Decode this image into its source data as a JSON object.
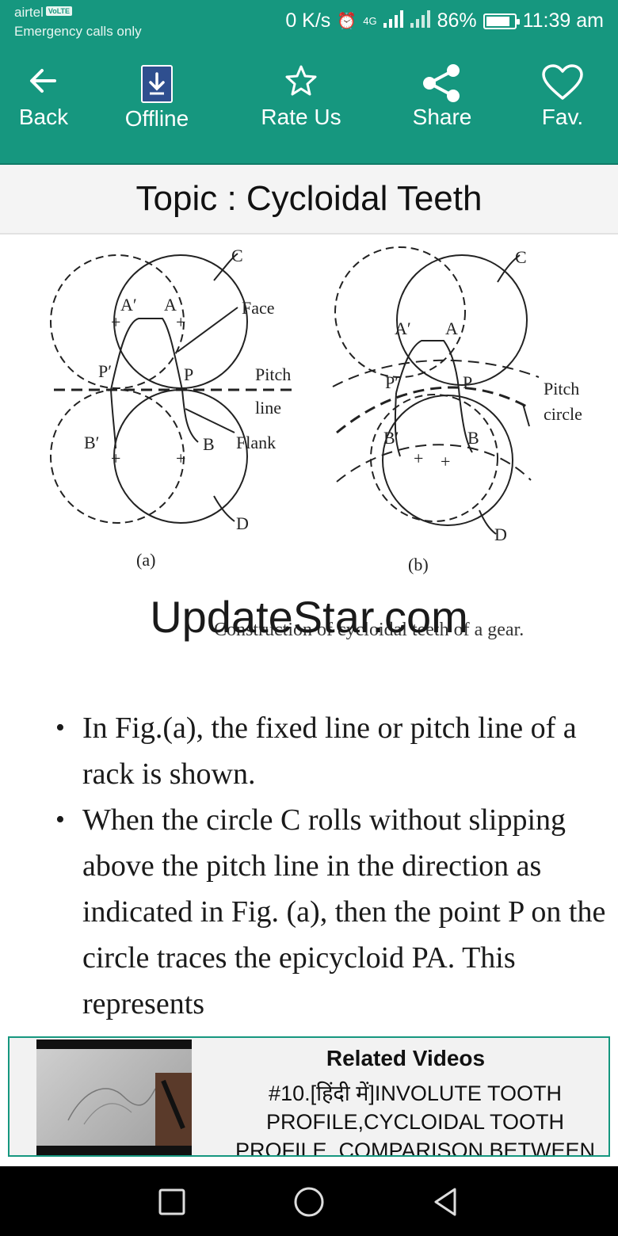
{
  "status": {
    "carrier": "airtel",
    "volte": "VoLTE",
    "emergency": "Emergency calls only",
    "speed": "0 K/s",
    "network": "4G",
    "battery": "86%",
    "battery_level": 0.86,
    "time": "11:39 am"
  },
  "toolbar": {
    "back": "Back",
    "offline": "Offline",
    "rate": "Rate Us",
    "share": "Share",
    "fav": "Fav."
  },
  "topic": {
    "title": "Topic : Cycloidal Teeth"
  },
  "figure": {
    "label_a": "(a)",
    "label_b": "(b)",
    "caption": "Construction of cycloidal teeth of a gear.",
    "watermark": "UpdateStar.com",
    "annotations": {
      "c": "C",
      "d": "D",
      "face": "Face",
      "pitch": "Pitch",
      "line": "line",
      "flank": "Flank",
      "pitch_circle_1": "Pitch",
      "pitch_circle_2": "circle",
      "a_prime": "A′",
      "a": "A",
      "p_prime": "P′",
      "p": "P",
      "b_prime": "B′",
      "b": "B"
    }
  },
  "content": {
    "bullets": [
      "In Fig.(a), the fixed line or pitch line of a rack is shown.",
      "When the circle C rolls without slipping above the pitch line in the direction as indicated in Fig. (a), then the point P on the circle traces the epicycloid PA. This represents"
    ]
  },
  "related": {
    "title": "Related Videos",
    "description": "#10.[हिंदी में]INVOLUTE TOOTH PROFILE,CYCLOIDAL TOOTH PROFILE, COMPARISON BETWEEN"
  },
  "colors": {
    "primary": "#16977f",
    "topic_bg": "#f4f4f4"
  }
}
